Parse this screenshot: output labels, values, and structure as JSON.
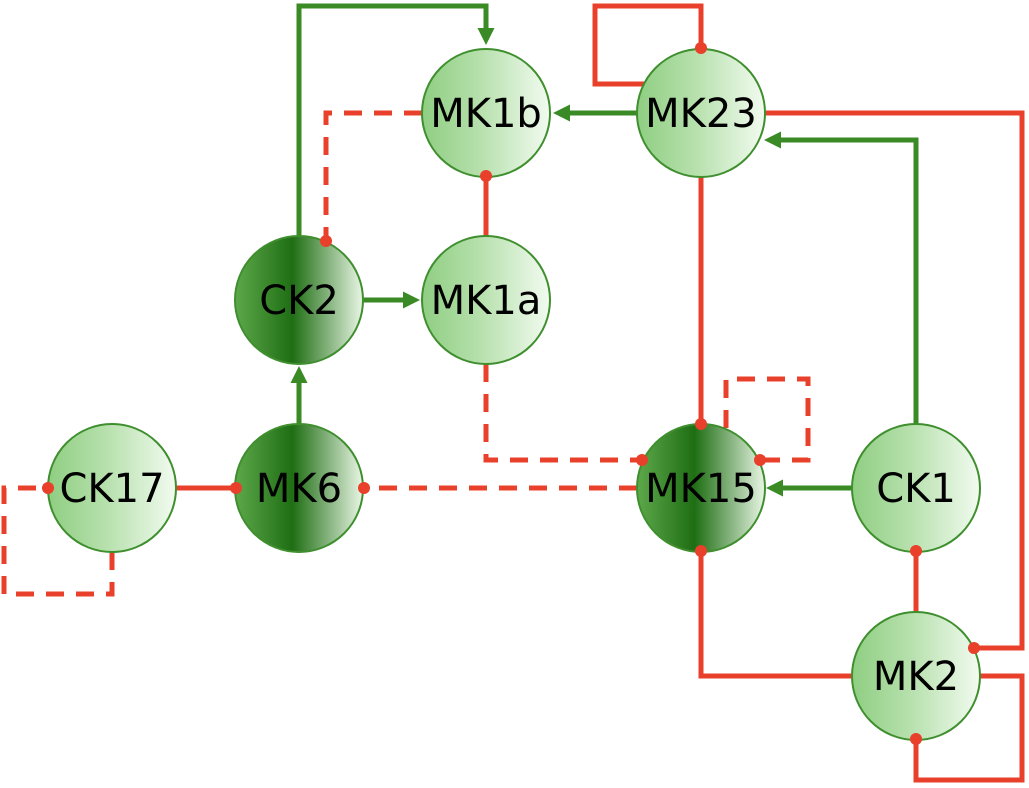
{
  "colors": {
    "activation": "#3a8a25",
    "inhibition": "#e8402a",
    "node_stroke": "#3f8f2f",
    "node_dark": "#1f6e14",
    "node_light": "#f2fbf0"
  },
  "nodes": [
    {
      "id": "MK1b",
      "label": "MK1b",
      "shade": "light"
    },
    {
      "id": "MK23",
      "label": "MK23",
      "shade": "light"
    },
    {
      "id": "CK2",
      "label": "CK2",
      "shade": "dark"
    },
    {
      "id": "MK1a",
      "label": "MK1a",
      "shade": "light"
    },
    {
      "id": "CK17",
      "label": "CK17",
      "shade": "light"
    },
    {
      "id": "MK6",
      "label": "MK6",
      "shade": "dark"
    },
    {
      "id": "MK15",
      "label": "MK15",
      "shade": "dark"
    },
    {
      "id": "CK1",
      "label": "CK1",
      "shade": "light"
    },
    {
      "id": "MK2",
      "label": "MK2",
      "shade": "light"
    }
  ],
  "edges": [
    {
      "id": "e1",
      "from": "CK2",
      "to": "MK1b",
      "type": "activation",
      "style": "solid"
    },
    {
      "id": "e2",
      "from": "MK23",
      "to": "MK1b",
      "type": "activation",
      "style": "solid"
    },
    {
      "id": "e3",
      "from": "MK1b",
      "to": "CK2",
      "type": "inhibition",
      "style": "dashed"
    },
    {
      "id": "e4",
      "from": "MK23",
      "to": "MK23",
      "type": "inhibition",
      "style": "solid"
    },
    {
      "id": "e5",
      "from": "MK1a",
      "to": "MK1b",
      "type": "inhibition",
      "style": "solid"
    },
    {
      "id": "e6",
      "from": "CK2",
      "to": "MK1a",
      "type": "activation",
      "style": "solid"
    },
    {
      "id": "e7",
      "from": "MK6",
      "to": "CK2",
      "type": "activation",
      "style": "solid"
    },
    {
      "id": "e8",
      "from": "CK1",
      "to": "MK23",
      "type": "activation",
      "style": "solid"
    },
    {
      "id": "e9",
      "from": "MK23",
      "to": "MK2",
      "type": "inhibition",
      "style": "solid"
    },
    {
      "id": "e10",
      "from": "MK23",
      "to": "MK15",
      "type": "inhibition",
      "style": "solid"
    },
    {
      "id": "e11",
      "from": "MK1a",
      "to": "MK15",
      "type": "inhibition",
      "style": "dashed"
    },
    {
      "id": "e12",
      "from": "MK15",
      "to": "MK15",
      "type": "inhibition",
      "style": "dashed"
    },
    {
      "id": "e13",
      "from": "MK15",
      "to": "MK6",
      "type": "inhibition",
      "style": "dashed"
    },
    {
      "id": "e14",
      "from": "MK6",
      "to": "CK17",
      "type": "inhibition",
      "style": "solid"
    },
    {
      "id": "e15",
      "from": "CK17",
      "to": "CK17",
      "type": "inhibition",
      "style": "dashed"
    },
    {
      "id": "e16",
      "from": "CK1",
      "to": "MK15",
      "type": "activation",
      "style": "solid"
    },
    {
      "id": "e17",
      "from": "MK2",
      "to": "CK1",
      "type": "inhibition",
      "style": "solid"
    },
    {
      "id": "e18",
      "from": "MK2",
      "to": "MK15",
      "type": "inhibition",
      "style": "solid"
    },
    {
      "id": "e19",
      "from": "MK2",
      "to": "MK2",
      "type": "inhibition",
      "style": "solid"
    }
  ]
}
